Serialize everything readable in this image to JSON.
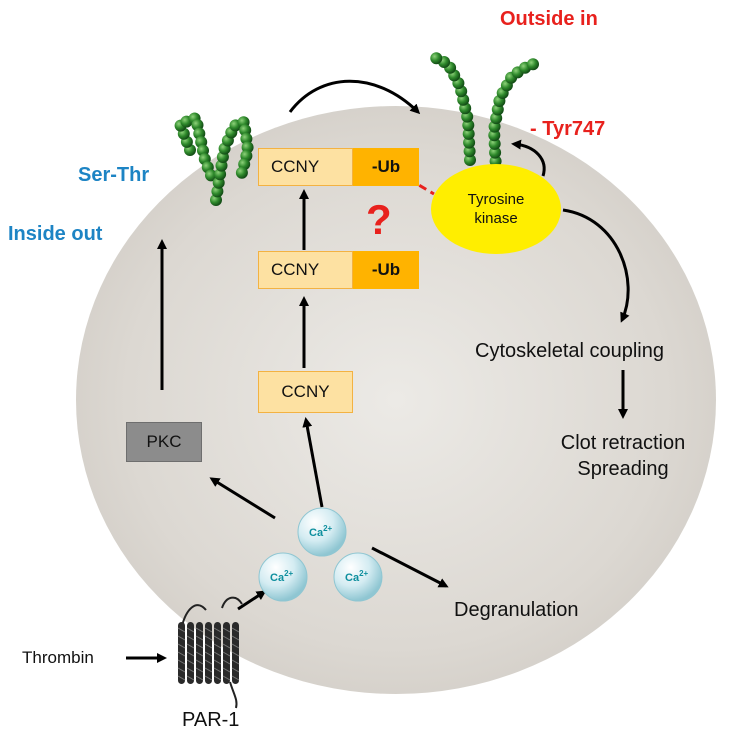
{
  "labels": {
    "outside_in": "Outside in",
    "tyr747": "- Tyr747",
    "ser_thr": "Ser-Thr",
    "inside_out": "Inside out",
    "tyrosine_kinase_line1": "Tyrosine",
    "tyrosine_kinase_line2": "kinase",
    "question_mark": "?",
    "cytoskeletal_coupling": "Cytoskeletal coupling",
    "clot_retraction": "Clot retraction",
    "spreading": "Spreading",
    "degranulation": "Degranulation",
    "thrombin": "Thrombin",
    "par1": "PAR-1",
    "pkc": "PKC",
    "ccny": "CCNY",
    "ub": "-Ub",
    "ca_base": "Ca",
    "ca_sup": "2+"
  },
  "colors": {
    "red_accent": "#e8211d",
    "blue_accent": "#1d84c4",
    "cell_fill": "#d9d5cf",
    "ccny_fill": "#fde1a2",
    "ub_fill": "#ffb300",
    "kinase_fill": "#ffee00",
    "pkc_fill": "#8c8c8c",
    "integrin_green": "#2f7d2e",
    "calcium_text": "#0e8f9e"
  }
}
